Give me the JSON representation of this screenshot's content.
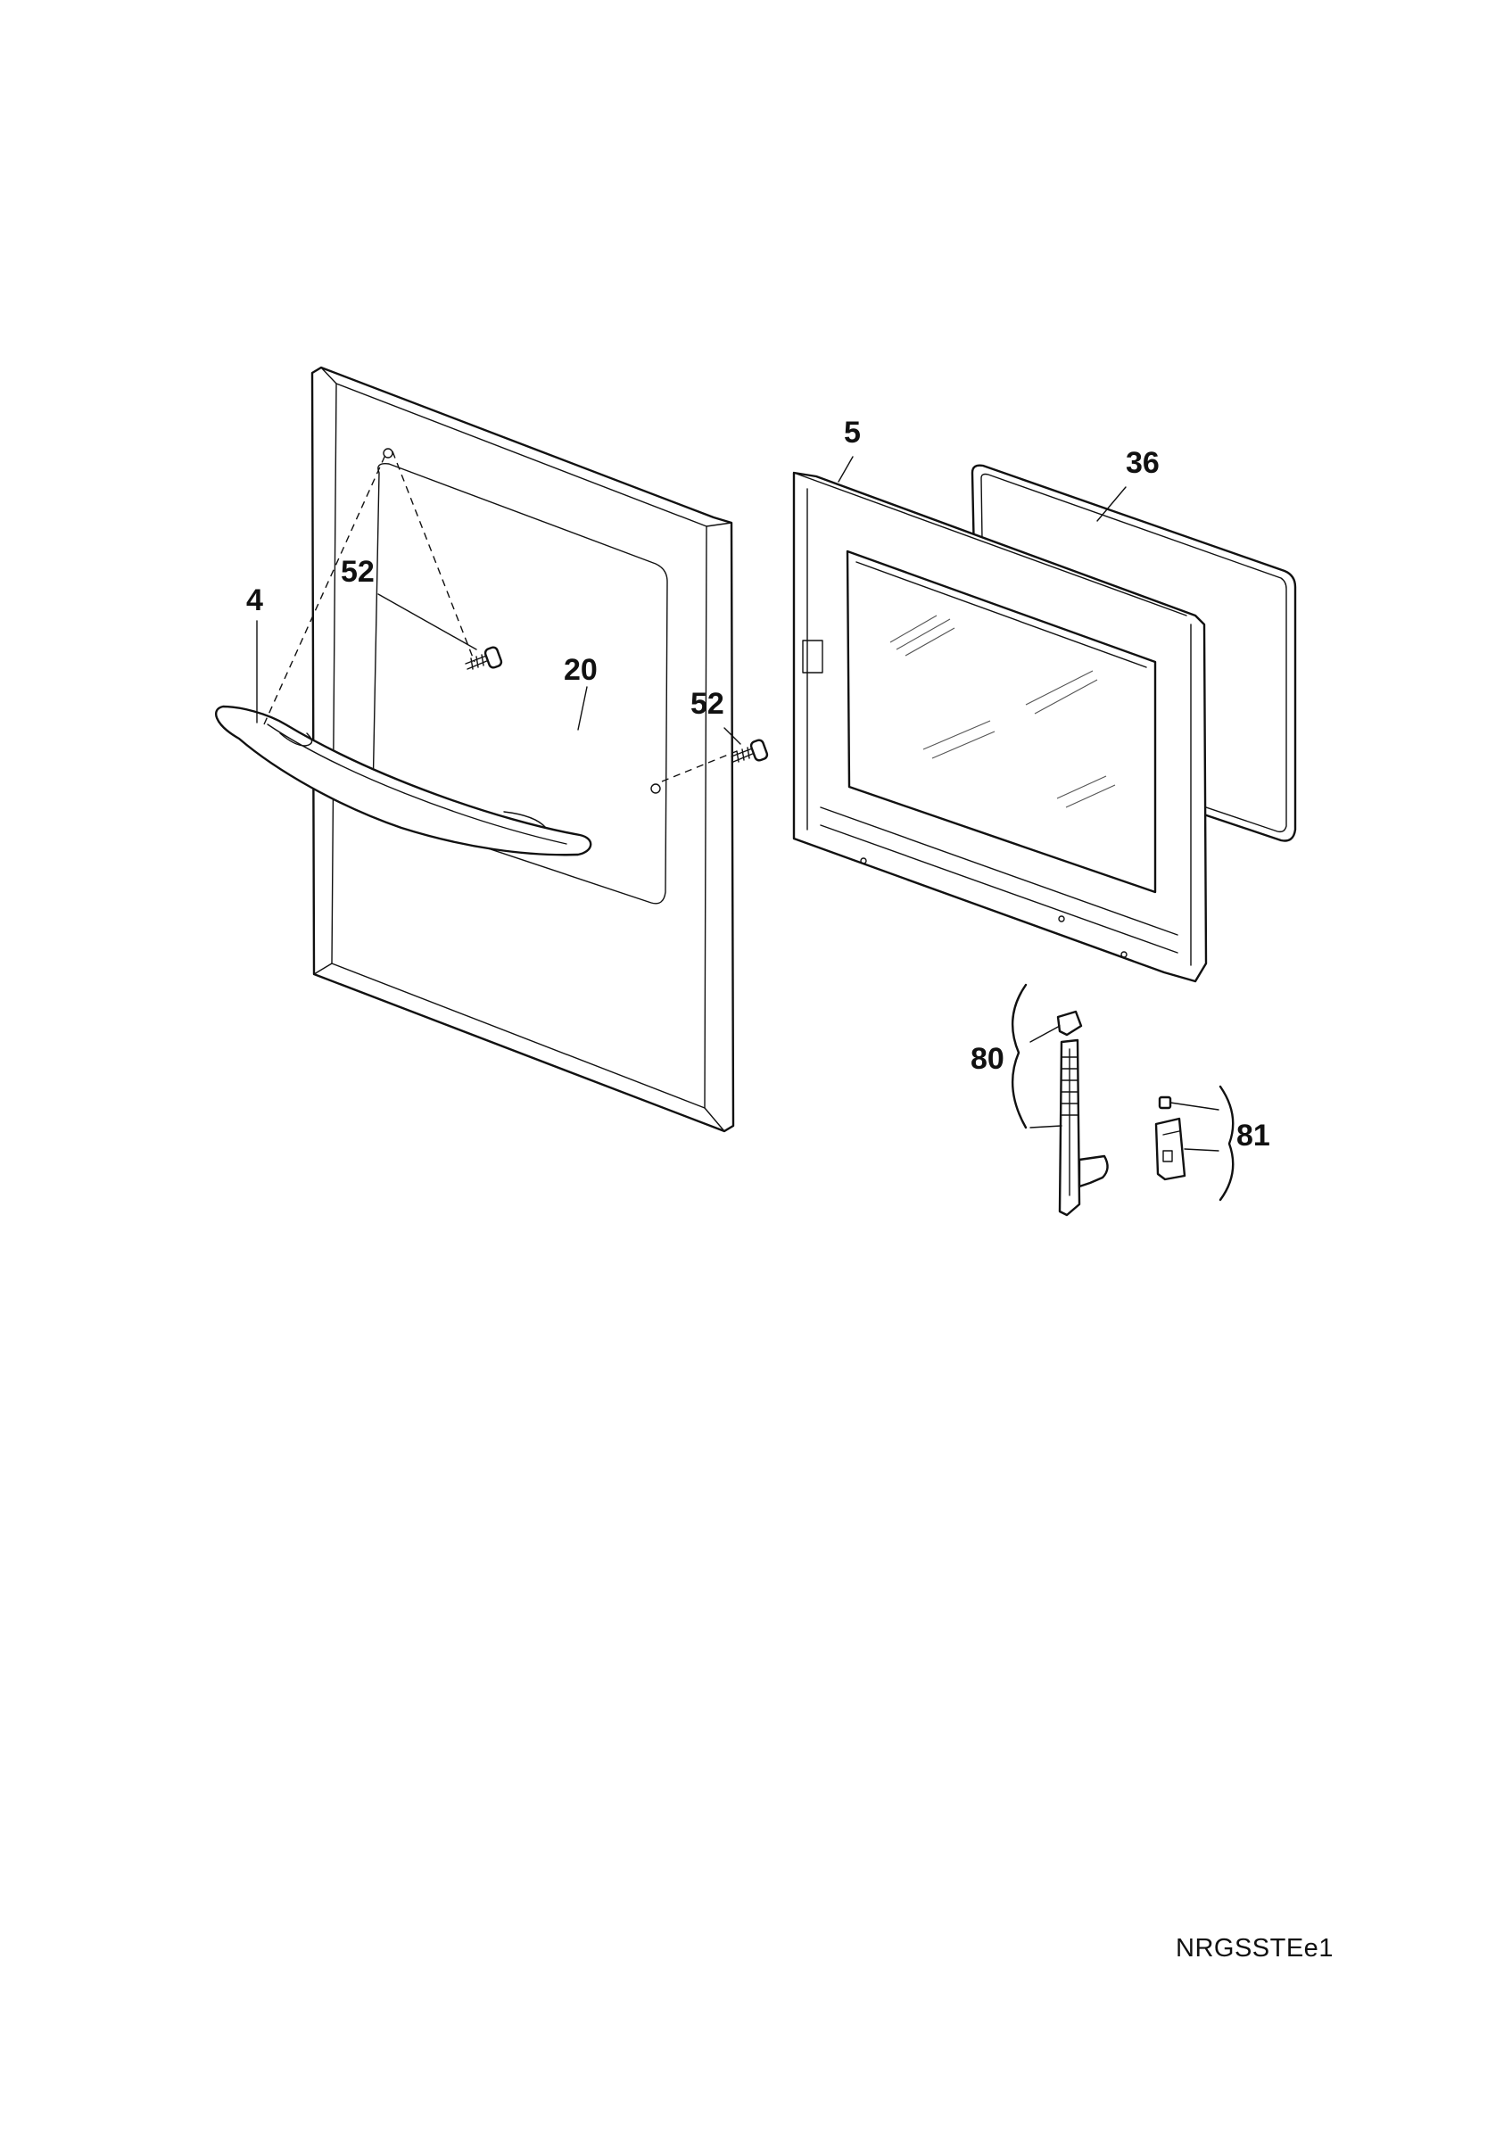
{
  "diagram": {
    "parts": [
      {
        "id": "label-4",
        "text": "4"
      },
      {
        "id": "label-52-top",
        "text": "52"
      },
      {
        "id": "label-20",
        "text": "20"
      },
      {
        "id": "label-52-right",
        "text": "52"
      },
      {
        "id": "label-5",
        "text": "5"
      },
      {
        "id": "label-36",
        "text": "36"
      },
      {
        "id": "label-80",
        "text": "80"
      },
      {
        "id": "label-81",
        "text": "81"
      }
    ],
    "drawing_code": "NRGSSTEe1"
  }
}
